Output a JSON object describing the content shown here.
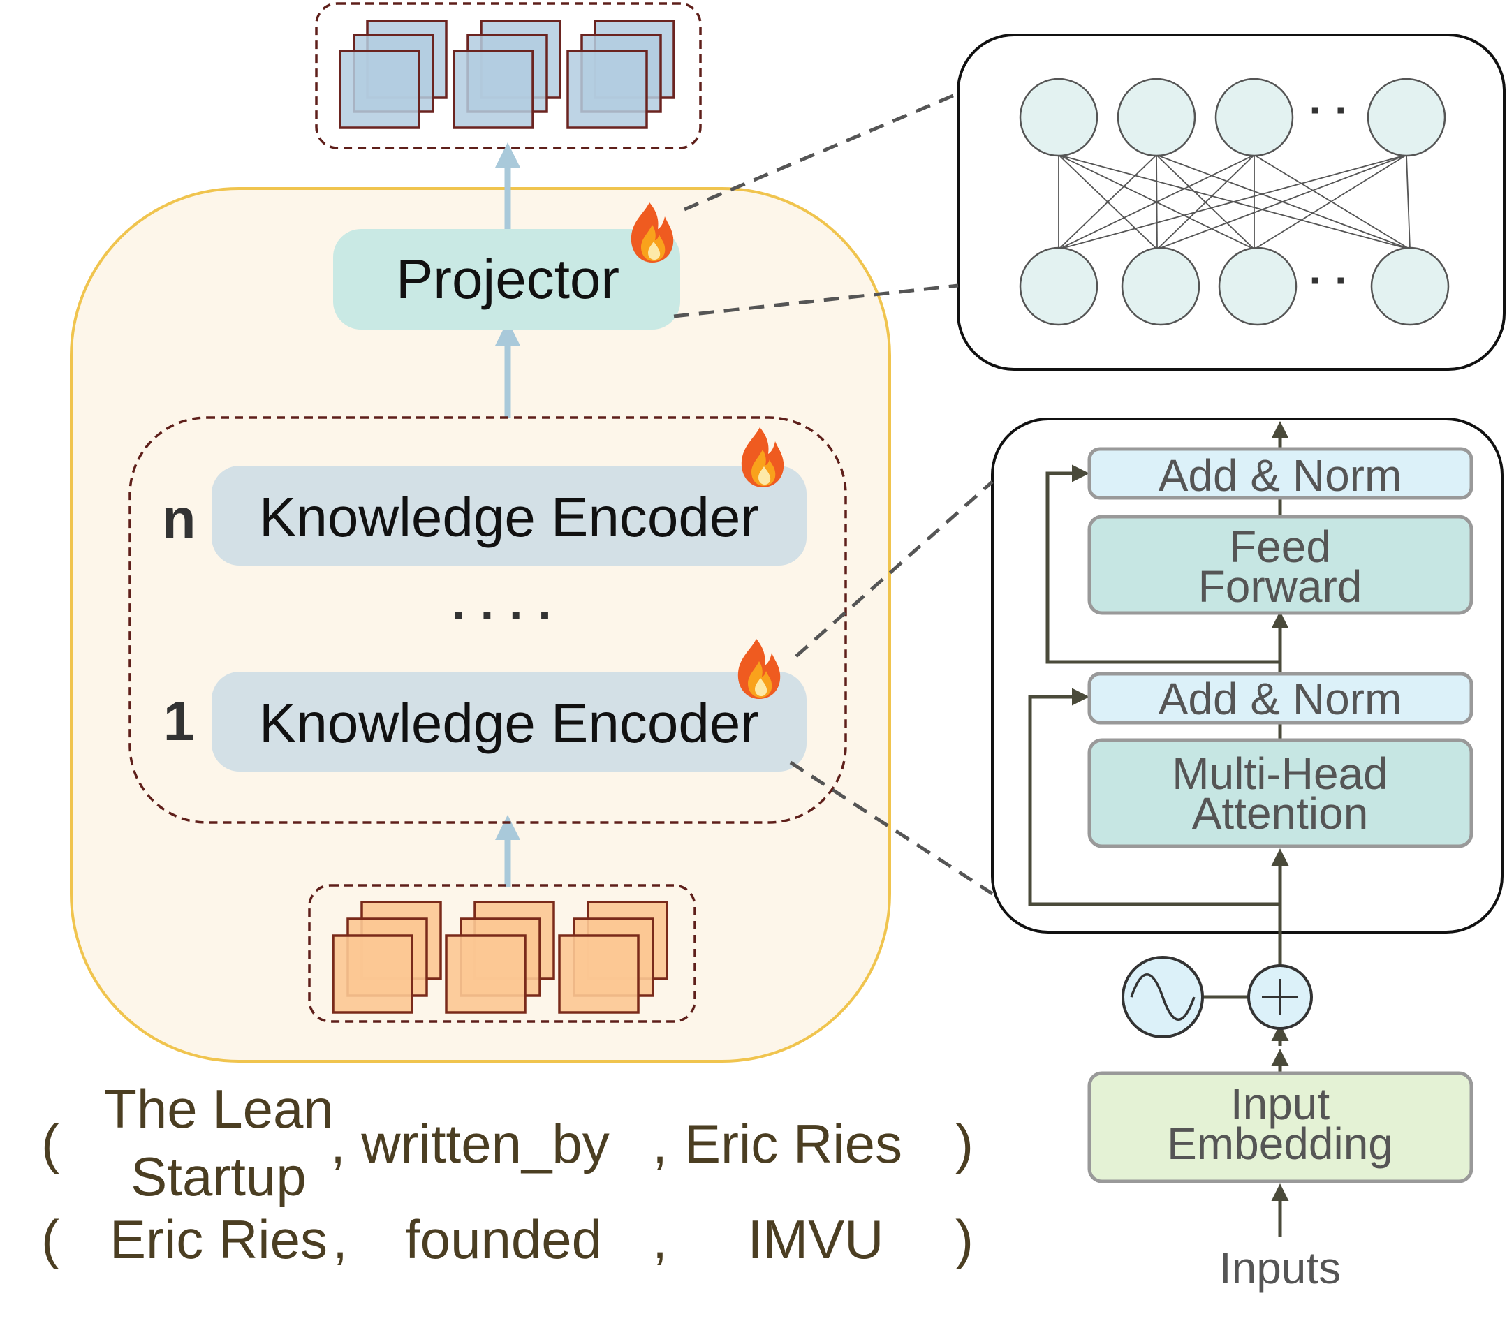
{
  "main_block": {
    "projector_label": "Projector",
    "encoder_top_label": "Knowledge Encoder",
    "encoder_bottom_label": "Knowledge Encoder",
    "layer_top_index": "n",
    "layer_bottom_index": "1",
    "ellipsis": "····"
  },
  "transformer": {
    "add_norm_top": "Add & Norm",
    "feed_forward_line1": "Feed",
    "feed_forward_line2": "Forward",
    "add_norm_bottom": "Add & Norm",
    "mha_line1": "Multi-Head",
    "mha_line2": "Attention",
    "input_embedding_line1": "Input",
    "input_embedding_line2": "Embedding",
    "inputs_label": "Inputs"
  },
  "mlp": {
    "ellipsis_top": "· ·",
    "ellipsis_bottom": "· ·"
  },
  "triples": [
    {
      "open": "(",
      "head_line1": "The Lean",
      "head_line2": "Startup",
      "sep1": ",",
      "relation": "written_by",
      "sep2": ",",
      "tail": "Eric Ries",
      "close": ")"
    },
    {
      "open": "(",
      "head": "Eric Ries",
      "sep1": ",",
      "relation": "founded",
      "sep2": ",",
      "tail": "IMVU",
      "close": ")"
    }
  ],
  "colors": {
    "container_fill": "#fdf6ea",
    "container_stroke": "#f0c44e",
    "projector_fill": "#c9e9e4",
    "encoder_fill": "#d3e0e6",
    "dashed_brown": "#5e1f1a",
    "output_square_fill": "#b3cce0",
    "input_square_fill": "#fcc893",
    "arrow_blue": "#a9c9da",
    "add_norm_fill": "#dcf1f9",
    "ff_fill": "#c6e6e3",
    "embedding_fill": "#e4f2d5",
    "node_fill": "#e3f2f1",
    "text_dark": "#4b3e22"
  },
  "icons": [
    "fire-icon",
    "sine-wave-icon",
    "plus-circle-icon"
  ]
}
